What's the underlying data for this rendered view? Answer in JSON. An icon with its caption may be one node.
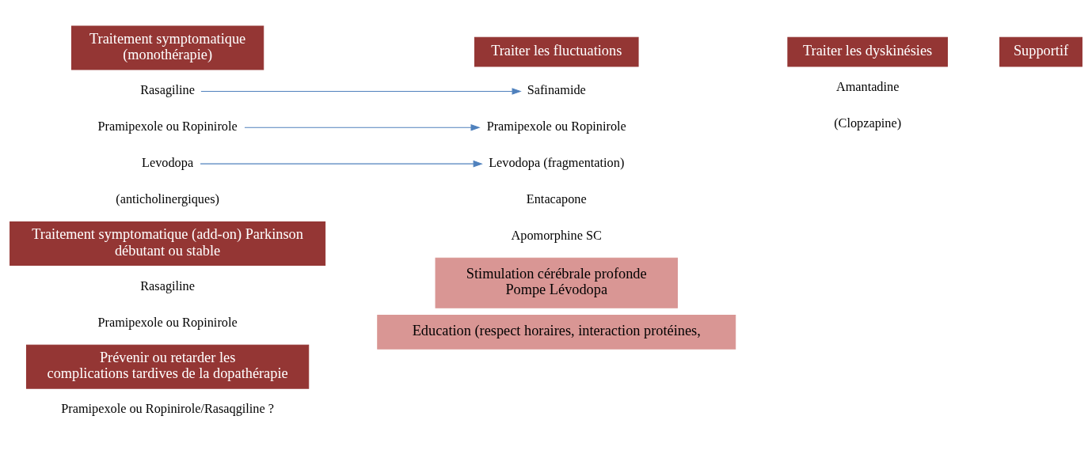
{
  "diagram": {
    "nodes": [
      {
        "text": [
          "Traitement symptomatique (monothérapie)"
        ]
      },
      {
        "text": [
          "Traiter les fluctuations"
        ]
      },
      {
        "text": [
          "Traiter les dyskinésies"
        ]
      },
      {
        "text": [
          "Supportif"
        ]
      },
      {
        "text": [
          "Rasagiline"
        ]
      },
      {
        "text": [
          "Pramipexole ou Ropinirole"
        ]
      },
      {
        "text": [
          "Levodopa"
        ]
      },
      {
        "text": [
          "Safinamide"
        ]
      },
      {
        "text": [
          "Pramipexole ou Ropinirole"
        ]
      },
      {
        "text": [
          "Levodopa (fragmentation)"
        ]
      },
      {
        "text": [
          "Traitement symptomatique (add-on) Parkinson débutant ou stable"
        ]
      },
      {
        "text": [
          "Stimulation cérébrale profonde Pompe Lévodopa"
        ]
      },
      {
        "text": [
          "Prévenir ou retarder les complications tardives de la dopathérapie"
        ]
      },
      {
        "text": [
          "Education (respect horaires, interaction protéines,"
        ]
      }
    ],
    "edges": [
      {
        "from": 4,
        "to": 7,
        "arrow": "to"
      },
      {
        "from": 5,
        "to": 8,
        "arrow": "to"
      },
      {
        "from": 6,
        "to": 9,
        "arrow": "to"
      }
    ],
    "labels": [
      "(anticholinergiques)",
      "Entacapone",
      "Apomorphine SC",
      "Amantadine",
      "(Clopzapine)",
      "Rasagiline",
      "Pramipexole ou Ropinirole",
      "Pramipexole ou Ropinirole/Rasaqgiline ?"
    ]
  }
}
